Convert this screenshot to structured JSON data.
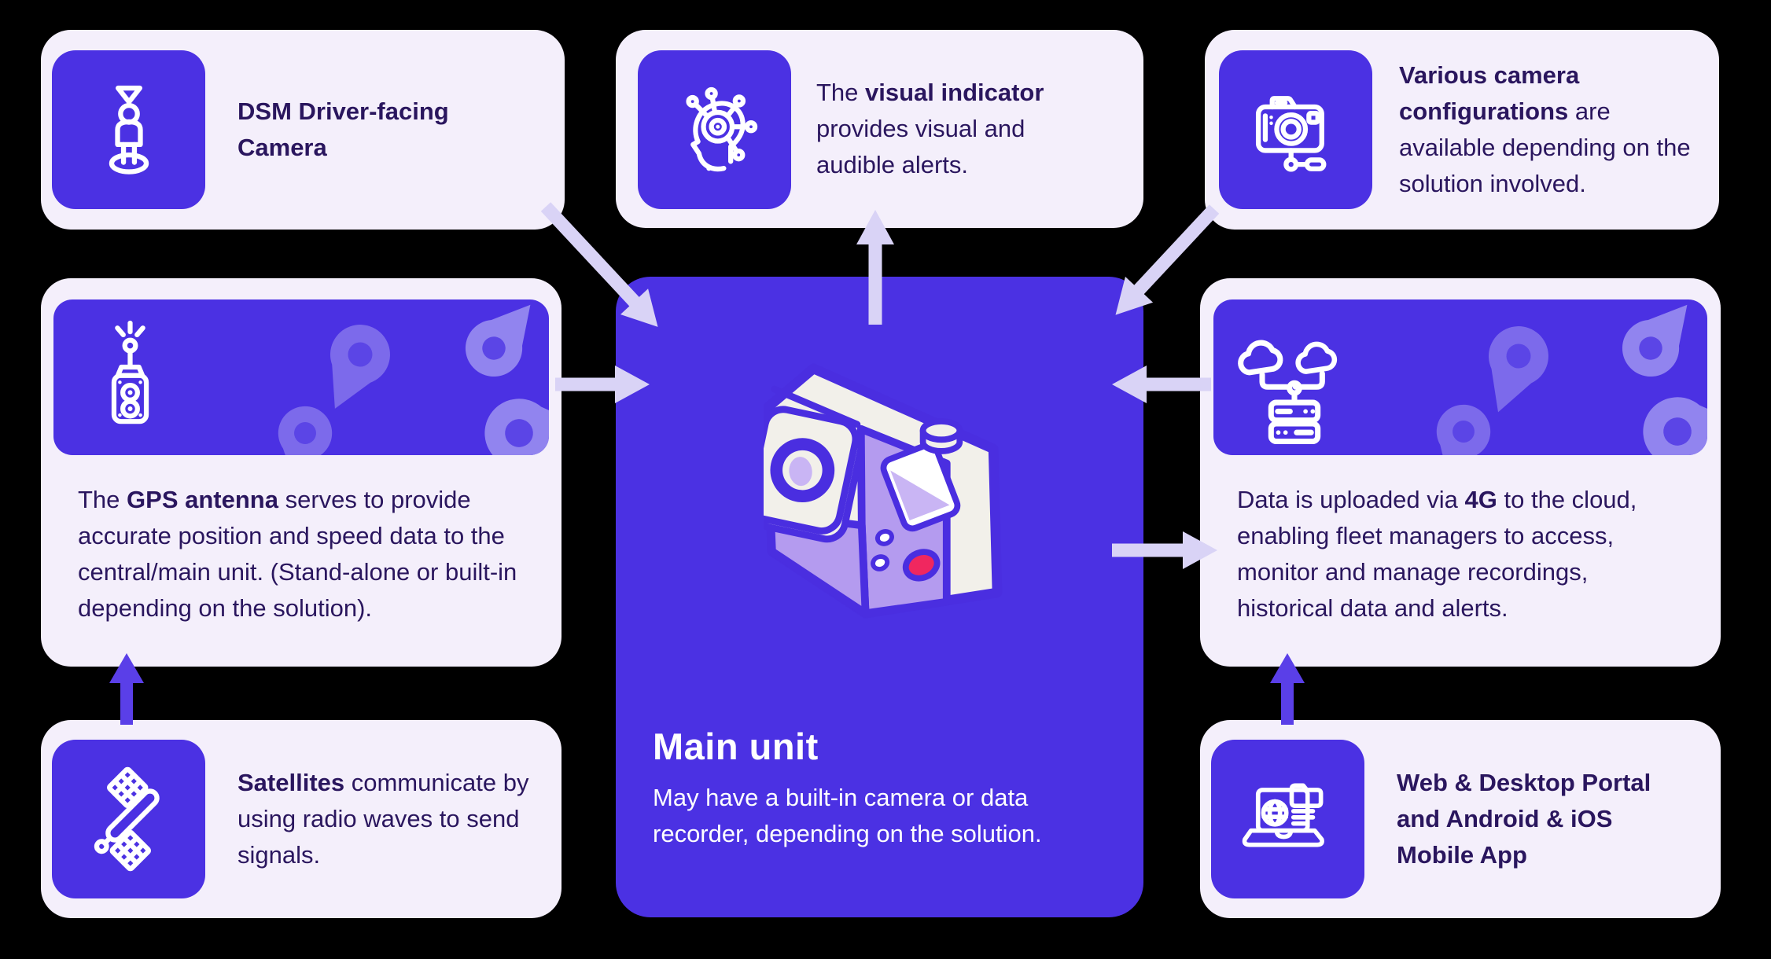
{
  "colors": {
    "page_bg": "#000000",
    "card_bg": "#f4effb",
    "purple": "#4b31e3",
    "text_dark": "#2a165e",
    "text_light": "#ffffff",
    "arrow_lavender": "#d9d3f6",
    "arrow_purple": "#5a3fe8",
    "pin": "#7c6aeb",
    "pin_light": "#9184ef",
    "pin_hole": "#5b45e6",
    "camera_red": "#f0275f",
    "camera_lavender": "#b49bef",
    "camera_white": "#f2f0ea"
  },
  "cards": {
    "dsm": {
      "icon": "person-pin-icon",
      "text": [
        {
          "t": "DSM Driver-facing Camera",
          "b": true
        }
      ]
    },
    "visual_indicator": {
      "icon": "ai-head-icon",
      "text": [
        {
          "t": "The ",
          "b": false
        },
        {
          "t": "visual indicator",
          "b": true
        },
        {
          "t": " provides visual and audible alerts.",
          "b": false
        }
      ]
    },
    "camera_configurations": {
      "icon": "camera-icon",
      "text": [
        {
          "t": "Various camera configurations",
          "b": true
        },
        {
          "t": " are available depending on the solution involved.",
          "b": false
        }
      ]
    },
    "gps": {
      "icon": "gps-antenna-icon",
      "text": [
        {
          "t": "The ",
          "b": false
        },
        {
          "t": "GPS antenna",
          "b": true
        },
        {
          "t": " serves to provide accurate position and speed data to the central/main unit. (Stand-alone or built-in depending on the solution).",
          "b": false
        }
      ]
    },
    "main_unit": {
      "title": "Main unit",
      "body": "May have a built-in camera or data recorder, depending on the solution."
    },
    "cloud": {
      "icon": "cloud-server-icon",
      "text": [
        {
          "t": "Data is uploaded via ",
          "b": false
        },
        {
          "t": "4G",
          "b": true
        },
        {
          "t": " to the cloud, enabling fleet managers to access, monitor and manage recordings, historical data and alerts.",
          "b": false
        }
      ]
    },
    "satellites": {
      "icon": "satellite-icon",
      "text": [
        {
          "t": "Satellites",
          "b": true
        },
        {
          "t": " communicate by using radio waves to send signals.",
          "b": false
        }
      ]
    },
    "portal": {
      "icon": "laptop-portal-icon",
      "text": [
        {
          "t": "Web & Desktop Portal and Android & iOS Mobile App",
          "b": true
        }
      ]
    }
  }
}
